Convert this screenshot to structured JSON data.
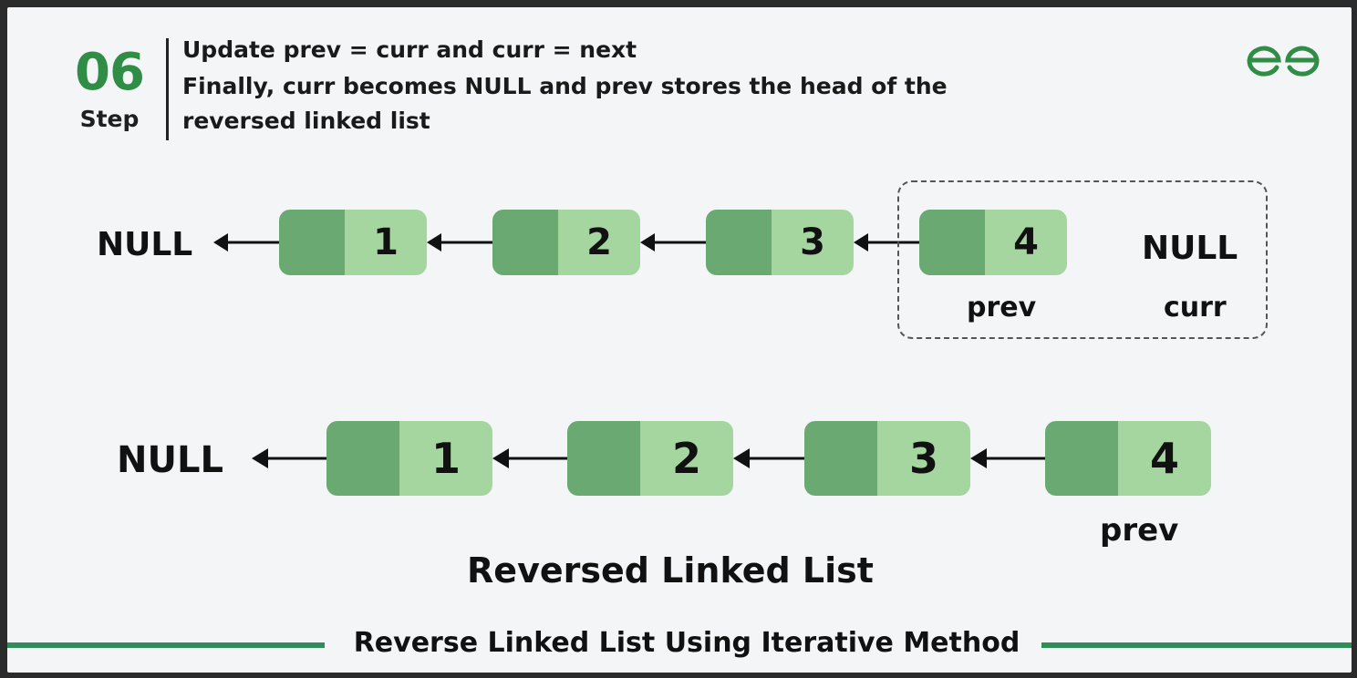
{
  "header": {
    "step_number": "06",
    "step_word": "Step",
    "lines": [
      "Update prev = curr and curr = next",
      "Finally, curr becomes NULL and prev stores the head of the",
      "reversed linked list"
    ]
  },
  "colors": {
    "brand_green": "#2f8d46",
    "pointer_cell": "#6aaa72",
    "value_cell": "#a5d6a0",
    "footer_line": "#2f8d5a"
  },
  "logo_icon": "gfg-logo-icon",
  "top_list": {
    "null_left": "NULL",
    "nodes": [
      "1",
      "2",
      "3",
      "4"
    ],
    "null_right": "NULL",
    "prev_label": "prev",
    "curr_label": "curr"
  },
  "bottom_list": {
    "null_left": "NULL",
    "nodes": [
      "1",
      "2",
      "3",
      "4"
    ],
    "prev_label": "prev",
    "caption": "Reversed Linked List"
  },
  "footer": {
    "title": "Reverse Linked List Using Iterative Method"
  }
}
